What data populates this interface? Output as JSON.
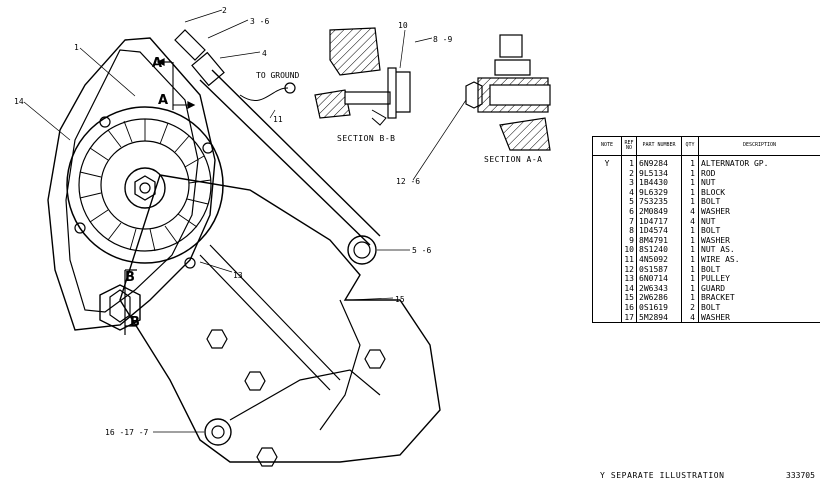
{
  "callouts": {
    "c1": "1",
    "c2": "2",
    "c3_6": "3 -6",
    "c4": "4",
    "c10": "10",
    "c8_9": "8 -9",
    "c11": "11",
    "c12_6": "12 -6",
    "c13": "13",
    "c14": "14",
    "c5_6": "5 -6",
    "c15": "15",
    "c16_17_7": "16 -17 -7"
  },
  "labels": {
    "to_ground": "TO GROUND",
    "section_bb": "SECTION B-B",
    "section_aa": "SECTION A-A",
    "view_a": "A",
    "view_b": "B"
  },
  "table": {
    "headers": [
      "NOTE",
      "REF NO",
      "PART NUMBER",
      "QTY",
      "DESCRIPTION"
    ],
    "rows": [
      {
        "note": "Y",
        "ref": "1",
        "part": "6N9284",
        "qty": "1",
        "desc": "ALTERNATOR GP."
      },
      {
        "note": "",
        "ref": "2",
        "part": "9L5134",
        "qty": "1",
        "desc": "ROD"
      },
      {
        "note": "",
        "ref": "3",
        "part": "1B4430",
        "qty": "1",
        "desc": "NUT"
      },
      {
        "note": "",
        "ref": "4",
        "part": "9L6329",
        "qty": "1",
        "desc": "BLOCK"
      },
      {
        "note": "",
        "ref": "5",
        "part": "7S3235",
        "qty": "1",
        "desc": "BOLT"
      },
      {
        "note": "",
        "ref": "6",
        "part": "2M0849",
        "qty": "4",
        "desc": "WASHER"
      },
      {
        "note": "",
        "ref": "7",
        "part": "1D4717",
        "qty": "4",
        "desc": "NUT"
      },
      {
        "note": "",
        "ref": "8",
        "part": "1D4574",
        "qty": "1",
        "desc": "BOLT"
      },
      {
        "note": "",
        "ref": "9",
        "part": "8M4791",
        "qty": "1",
        "desc": "WASHER"
      },
      {
        "note": "",
        "ref": "10",
        "part": "8S1240",
        "qty": "1",
        "desc": "NUT AS."
      },
      {
        "note": "",
        "ref": "11",
        "part": "4N5092",
        "qty": "1",
        "desc": "WIRE AS."
      },
      {
        "note": "",
        "ref": "12",
        "part": "0S1587",
        "qty": "1",
        "desc": "BOLT"
      },
      {
        "note": "",
        "ref": "13",
        "part": "6N0714",
        "qty": "1",
        "desc": "PULLEY"
      },
      {
        "note": "",
        "ref": "14",
        "part": "2W6343",
        "qty": "1",
        "desc": "GUARD"
      },
      {
        "note": "",
        "ref": "15",
        "part": "2W6286",
        "qty": "1",
        "desc": "BRACKET"
      },
      {
        "note": "",
        "ref": "16",
        "part": "0S1619",
        "qty": "2",
        "desc": "BOLT"
      },
      {
        "note": "",
        "ref": "17",
        "part": "5M2894",
        "qty": "4",
        "desc": "WASHER"
      }
    ]
  },
  "footer": {
    "note": "Y   SEPARATE ILLUSTRATION",
    "illustration_id": "333705"
  }
}
